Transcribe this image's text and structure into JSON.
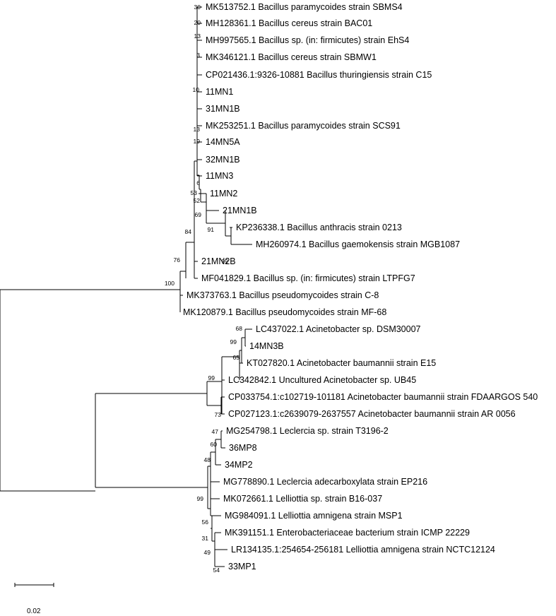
{
  "leaves": [
    "MK513752.1 Bacillus paramycoides strain SBMS4",
    "MH128361.1 Bacillus cereus strain BAC01",
    "MH997565.1 Bacillus sp. (in: firmicutes) strain EhS4",
    "MK346121.1 Bacillus cereus strain SBMW1",
    "CP021436.1:9326-10881 Bacillus thuringiensis strain C15",
    "11MN1",
    "31MN1B",
    "MK253251.1 Bacillus paramycoides strain SCS91",
    "14MN5A",
    "32MN1B",
    "11MN3",
    "11MN2",
    "21MN1B",
    "KP236338.1 Bacillus anthracis strain 0213",
    "MH260974.1 Bacillus gaemokensis strain MGB1087",
    "21MN2B",
    "MF041829.1 Bacillus sp. (in: firmicutes) strain LTPFG7",
    "MK373763.1 Bacillus pseudomycoides strain C-8",
    "MK120879.1 Bacillus pseudomycoides strain MF-68",
    "LC437022.1 Acinetobacter sp. DSM30007",
    "14MN3B",
    "KT027820.1 Acinetobacter baumannii strain E15",
    "LC342842.1 Uncultured Acinetobacter sp. UB45",
    "CP033754.1:c102719-101181 Acinetobacter baumannii strain FDAARGOS 540",
    "CP027123.1:c2639079-2637557 Acinetobacter baumannii strain AR 0056",
    "MG254798.1 Leclercia sp. strain T3196-2",
    "36MP8",
    "34MP2",
    "MG778890.1 Leclercia adecarboxylata strain EP216",
    "MK072661.1 Lelliottia sp. strain B16-037",
    "MG984091.1 Lelliottia amnigena strain MSP1",
    "MK391151.1 Enterobacteriaceae bacterium strain ICMP 22229",
    "LR134135.1:254654-256181 Lelliottia amnigena strain NCTC12124",
    "33MP1"
  ],
  "bootstrap": [
    "30",
    "20",
    "13",
    "3",
    "10",
    "13",
    "19",
    "6",
    "53",
    "52",
    "69",
    "91",
    "99",
    "84",
    "76",
    "100",
    "68",
    "99",
    "65",
    "99",
    "73",
    "47",
    "60",
    "48",
    "99",
    "56",
    "31",
    "49",
    "54"
  ],
  "scale_bar": {
    "label": "0.02"
  }
}
